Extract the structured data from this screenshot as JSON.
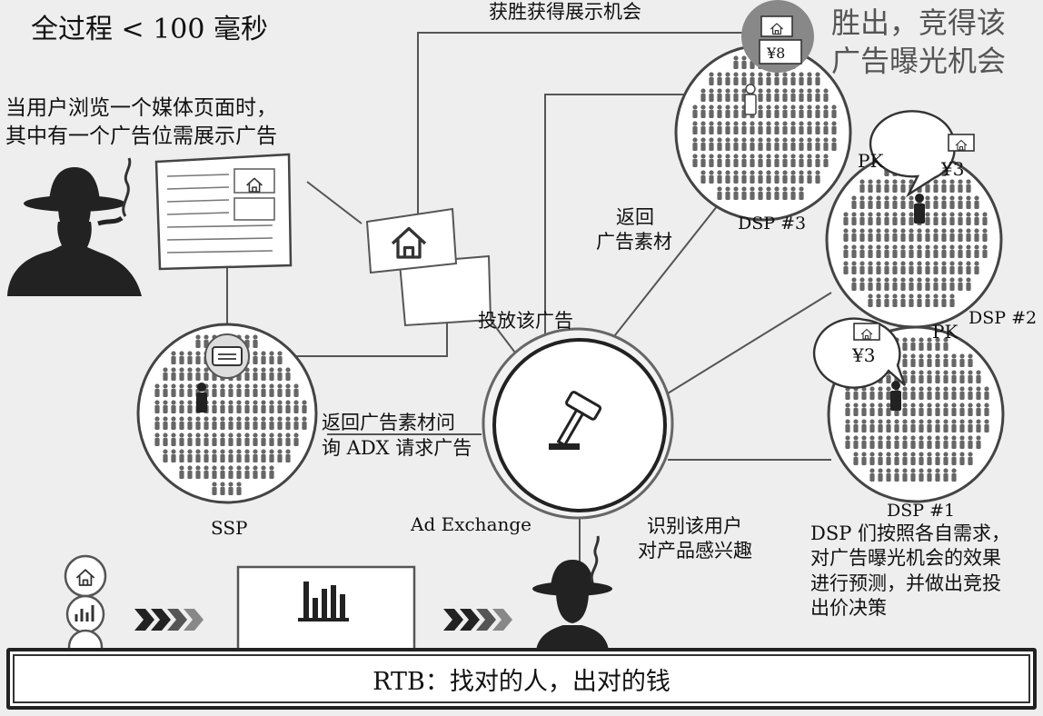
{
  "title": "全过程 < 100 毫秒",
  "winner_note": [
    "胜出，竞得该",
    "广告曝光机会"
  ],
  "win_display_label": "获胜获得展示机会",
  "user_browse_note": [
    "当用户浏览一个媒体页面时，",
    "其中有一个广告位需展示广告"
  ],
  "return_creative_label": [
    "返回",
    "广告素材"
  ],
  "serve_ad_label": "投放该广告",
  "ssp_request_label": [
    "返回广告素材问",
    "询 ADX 请求广告"
  ],
  "ssp_label": "SSP",
  "adx_label": "Ad Exchange",
  "identify_label": [
    "识别该用户",
    "对产品感兴趣"
  ],
  "pk_label": "PK",
  "dsps": [
    {
      "id": "dsp3",
      "label": "DSP #3",
      "bid": "¥8"
    },
    {
      "id": "dsp2",
      "label": "DSP #2",
      "bid": "¥3"
    },
    {
      "id": "dsp1",
      "label": "DSP #1",
      "bid": "¥3"
    }
  ],
  "dsp_note": [
    "DSP 们按照各自需求，",
    "对广告曝光机会的效果",
    "进行预测，并做出竞投",
    "出价决策"
  ],
  "banner": "RTB：找对的人，出对的钱",
  "colors": {
    "background": "#eeeeee",
    "line": "#555555",
    "circle_fill": "#ffffff",
    "people": "#666666",
    "highlight_person": "#222222"
  }
}
